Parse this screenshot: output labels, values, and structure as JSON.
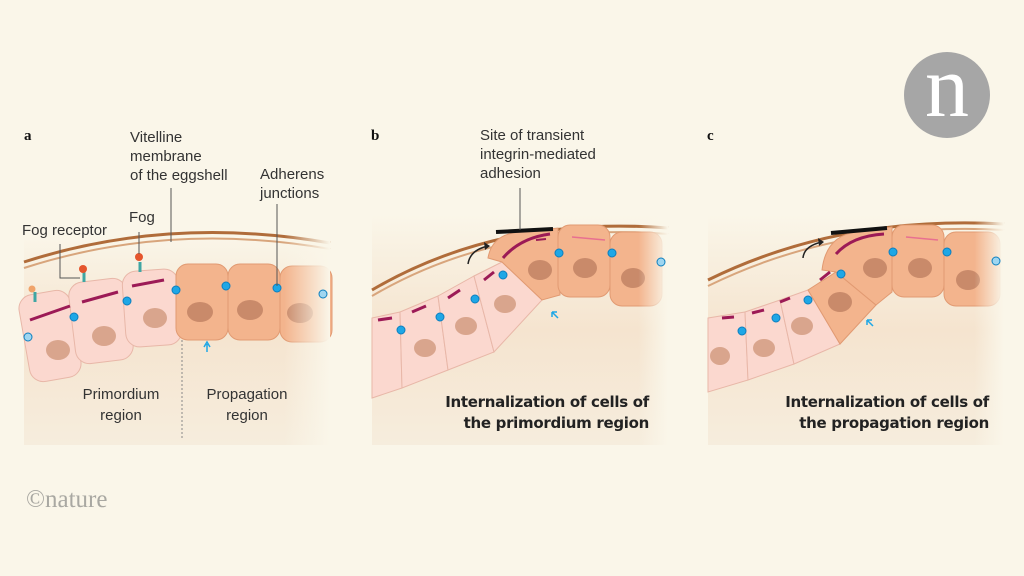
{
  "figure": {
    "publisher_logo_letter": "n",
    "copyright": "©nature"
  },
  "panels": [
    {
      "letter": "a",
      "labels": {
        "vitelline": "Vitelline\nmembrane\nof the eggshell",
        "adherens": "Adherens\njunctions",
        "fog": "Fog",
        "fog_receptor": "Fog receptor"
      },
      "regions": {
        "primordium": "Primordium\nregion",
        "propagation": "Propagation\nregion"
      }
    },
    {
      "letter": "b",
      "labels": {
        "integrin": "Site of transient\nintegrin-mediated\nadhesion"
      },
      "caption": "Internalization of cells of\nthe primordium region"
    },
    {
      "letter": "c",
      "caption": "Internalization of cells of\nthe propagation region"
    }
  ],
  "colors": {
    "background": "#faf6e9",
    "panel_bg": "#f6ead8",
    "primordium_cell": "#fbd8cf",
    "propagation_cell": "#f3b48d",
    "nucleus_primordium": "#d9a58d",
    "nucleus_propagation": "#c98a6a",
    "membrane": "#b06c3a",
    "junction": "#1ea7e6",
    "myosin": "#9c1a56",
    "integrin": "#111111"
  }
}
